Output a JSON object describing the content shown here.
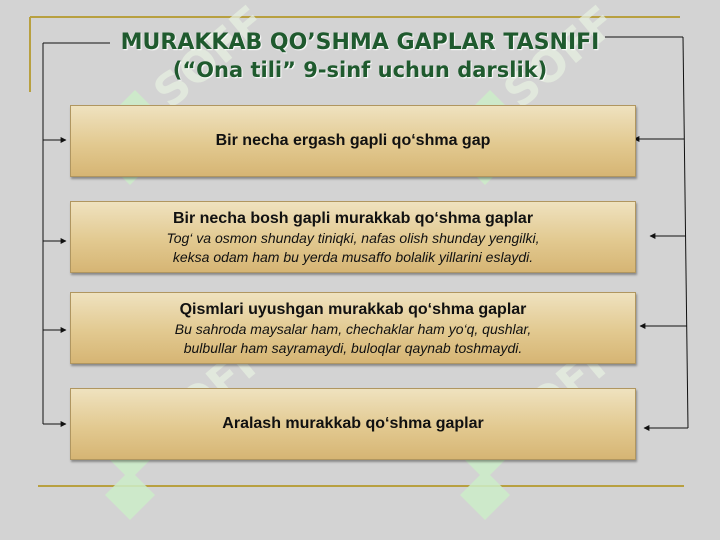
{
  "header": {
    "title": "MURAKKAB QO’SHMA GAPLAR TASNIFI",
    "subtitle": "(“Ona tili” 9-sinf uchun darslik)"
  },
  "boxes": [
    {
      "heading": "Bir necha ergash gapli qo‘shma gap",
      "lines": []
    },
    {
      "heading": "Bir necha bosh gapli murakkab qo‘shma gaplar",
      "lines": [
        "Tog‘ va osmon shunday tiniqki, nafas olish shunday yengilki,",
        "keksa odam ham bu yerda musaffo bolalik yillarini eslaydi."
      ]
    },
    {
      "heading": "Qismlari uyushgan murakkab qo‘shma gaplar",
      "lines": [
        "Bu sahroda maysalar ham, chechaklar ham yo‘q, qushlar,",
        "bulbullar ham sayramaydi, buloqlar qaynab toshmaydi."
      ]
    },
    {
      "heading": "Aralash murakkab qo‘shma gaplar",
      "lines": []
    }
  ],
  "watermark": {
    "text": "SOFF",
    "color": "#ccf0cc"
  },
  "colors": {
    "title": "#1f5a2e",
    "frame_line": "#b8a040",
    "box_fill": "#e2c990",
    "connector": "#111111"
  }
}
